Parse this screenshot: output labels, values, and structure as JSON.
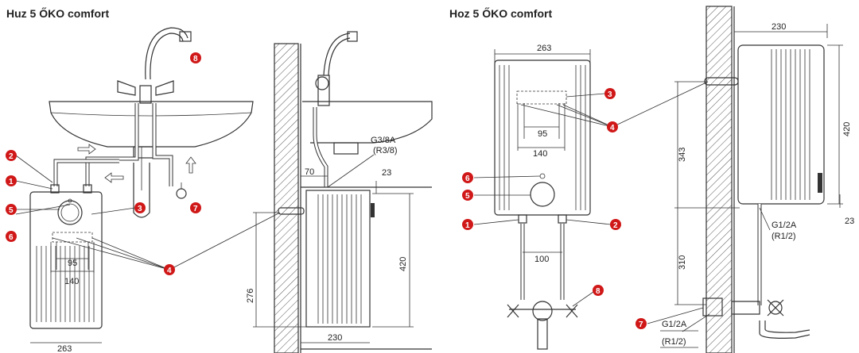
{
  "left": {
    "title": "Huz 5 ŐKO comfort",
    "dims": {
      "d95": "95",
      "d140": "140",
      "d263": "263",
      "d70": "70",
      "d23": "23",
      "d276": "276",
      "d420": "420",
      "d230": "230"
    },
    "thread_a": "G3/8A",
    "thread_b": "(R3/8)"
  },
  "right": {
    "title": "Hoz 5 ŐKO comfort",
    "dims": {
      "d263": "263",
      "d95": "95",
      "d140": "140",
      "d100": "100",
      "d230": "230",
      "d420": "420",
      "d343": "343",
      "d310": "310",
      "d23": "23"
    },
    "thread1_a": "G1/2A",
    "thread1_b": "(R1/2)",
    "thread2_a": "G1/2A",
    "thread2_b": "(R1/2)"
  },
  "markers": [
    "1",
    "2",
    "3",
    "4",
    "5",
    "6",
    "7",
    "8"
  ],
  "colors": {
    "marker": "#d01818",
    "line": "#333333",
    "hatch": "#555555"
  }
}
